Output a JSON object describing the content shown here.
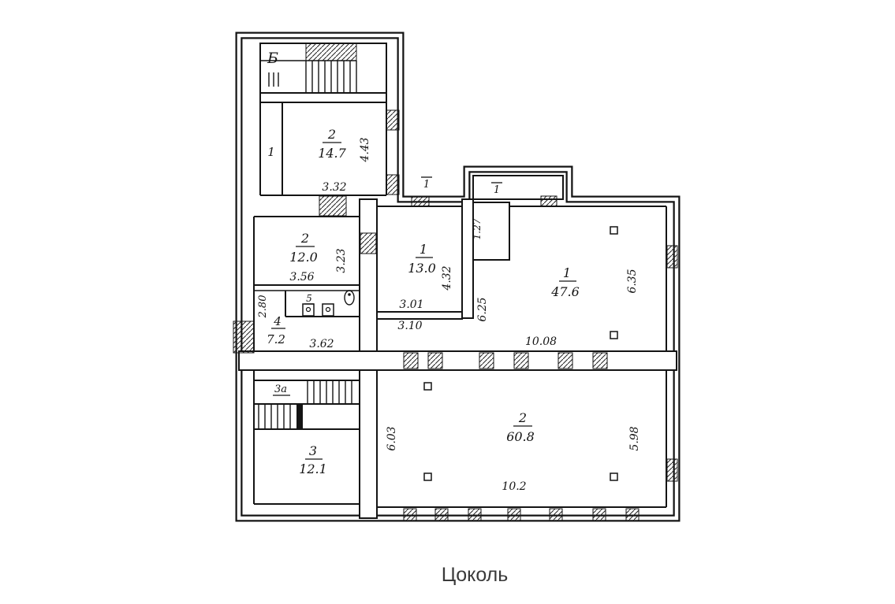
{
  "caption": "Цоколь",
  "markers": {
    "stairwell_letter": "Б",
    "stairwell_lower": "3а",
    "corridor": "1",
    "axis_a": "1",
    "axis_b": "1"
  },
  "rooms": {
    "room_14_7": {
      "num": "2",
      "area": "14.7"
    },
    "room_12_0": {
      "num": "2",
      "area": "12.0"
    },
    "room_5": {
      "num": "5"
    },
    "room_7_2": {
      "num": "4",
      "area": "7.2"
    },
    "room_13_0": {
      "num": "1",
      "area": "13.0"
    },
    "room_47_6": {
      "num": "1",
      "area": "47.6"
    },
    "room_60_8": {
      "num": "2",
      "area": "60.8"
    },
    "room_12_1": {
      "num": "3",
      "area": "12.1"
    }
  },
  "dims": {
    "d_4_43": "4.43",
    "d_3_32": "3.32",
    "d_3_56": "3.56",
    "d_3_23": "3.23",
    "d_2_80": "2.80",
    "d_3_62": "3.62",
    "d_3_01": "3.01",
    "d_4_32": "4.32",
    "d_3_10": "3.10",
    "d_1_27": "1.27",
    "d_6_25": "6.25",
    "d_6_35": "6.35",
    "d_10_08": "10.08",
    "d_6_03": "6.03",
    "d_5_98": "5.98",
    "d_10_2": "10.2"
  }
}
